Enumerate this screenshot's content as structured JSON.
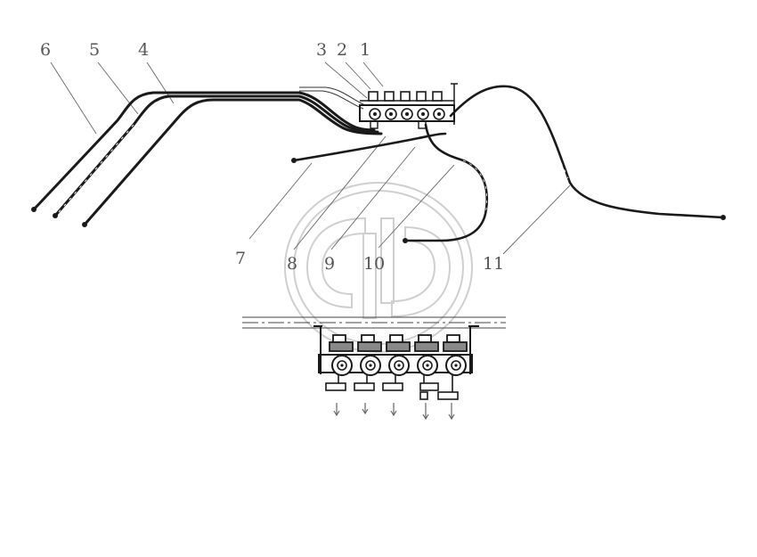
{
  "callouts": {
    "c1": "1",
    "c2": "2",
    "c3": "3",
    "c4": "4",
    "c5": "5",
    "c6": "6",
    "c7": "7",
    "c8": "8",
    "c9": "9",
    "c10": "10",
    "c11": "11"
  },
  "colors": {
    "line": "#1a1a1a",
    "text": "#555555",
    "watermark": "#cfcfcf"
  }
}
